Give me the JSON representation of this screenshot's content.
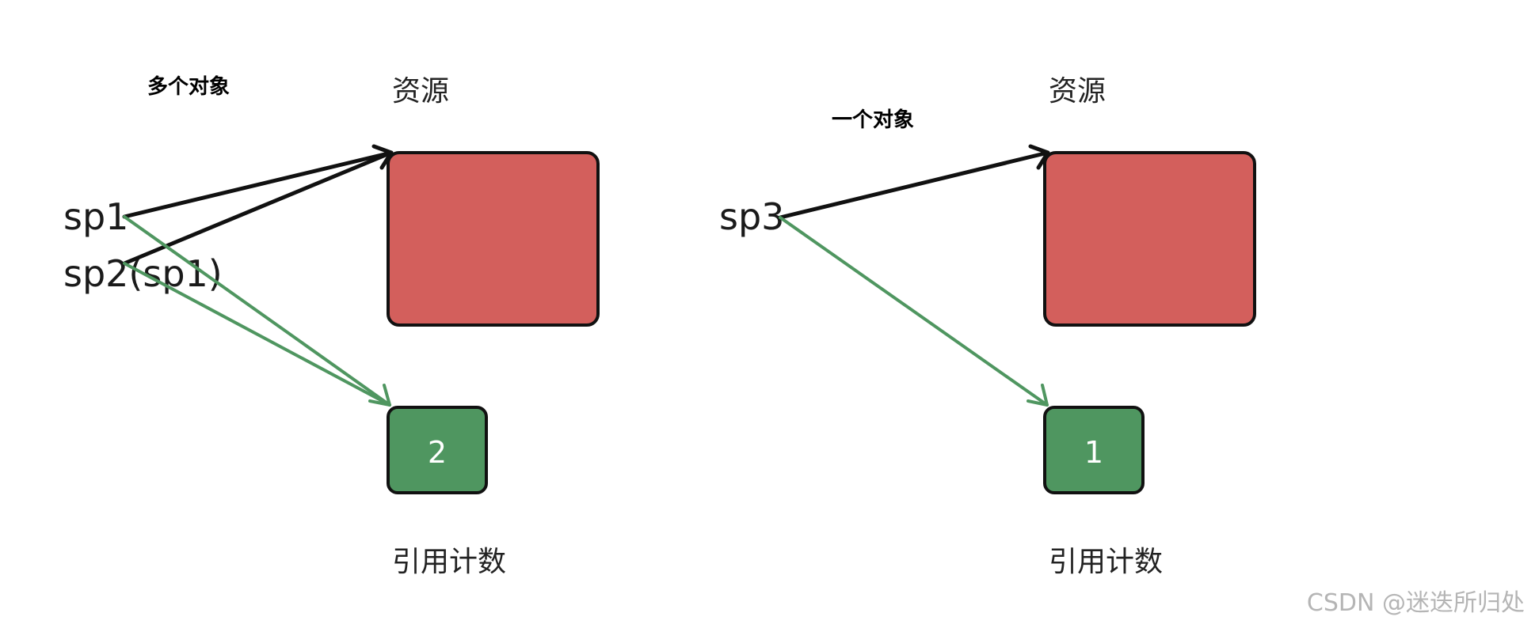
{
  "left": {
    "title": "多个对象",
    "resource_label": "资源",
    "refcount_label": "引用计数",
    "pointer_1": "sp1",
    "pointer_2": "sp2(sp1)",
    "count": "2"
  },
  "right": {
    "title": "一个对象",
    "resource_label": "资源",
    "refcount_label": "引用计数",
    "pointer_1": "sp3",
    "count": "1"
  },
  "watermark": "CSDN @迷迭所归处",
  "colors": {
    "resource": "#d35f5c",
    "refcount": "#4f9660",
    "arrow_to_resource": "#111111",
    "arrow_to_refcount": "#4f9660"
  }
}
